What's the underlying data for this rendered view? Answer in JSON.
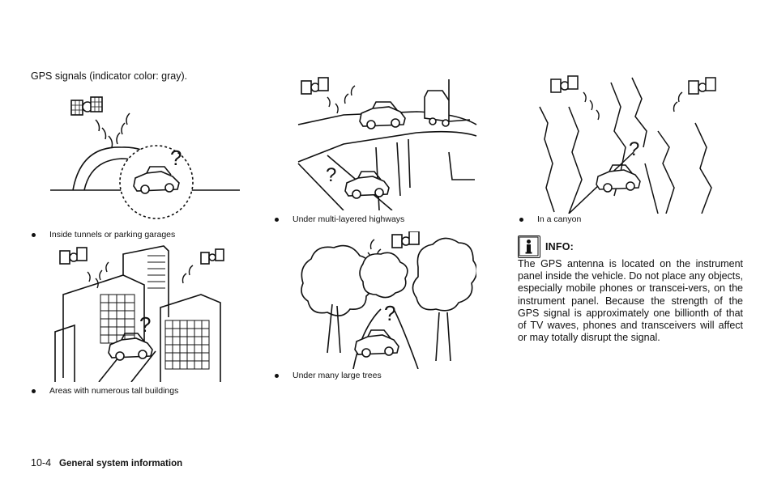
{
  "intro": "GPS signals (indicator color: gray).",
  "captions": {
    "tunnels": "Inside tunnels or parking garages",
    "buildings": "Areas with numerous tall buildings",
    "highways": "Under multi-layered highways",
    "trees": "Under many large trees",
    "canyon": "In a canyon"
  },
  "info": {
    "title": "INFO:",
    "body": "The GPS antenna is located on the instrument panel inside the vehicle. Do not place any objects, especially mobile phones or transcei-vers, on the instrument panel. Because the strength of the GPS signal is approximately one billionth of that of TV waves, phones and transceivers will affect or may totally disrupt the signal."
  },
  "illustration_marks": {
    "question": "?"
  },
  "footer": {
    "page": "10-4",
    "section": "General system information"
  }
}
